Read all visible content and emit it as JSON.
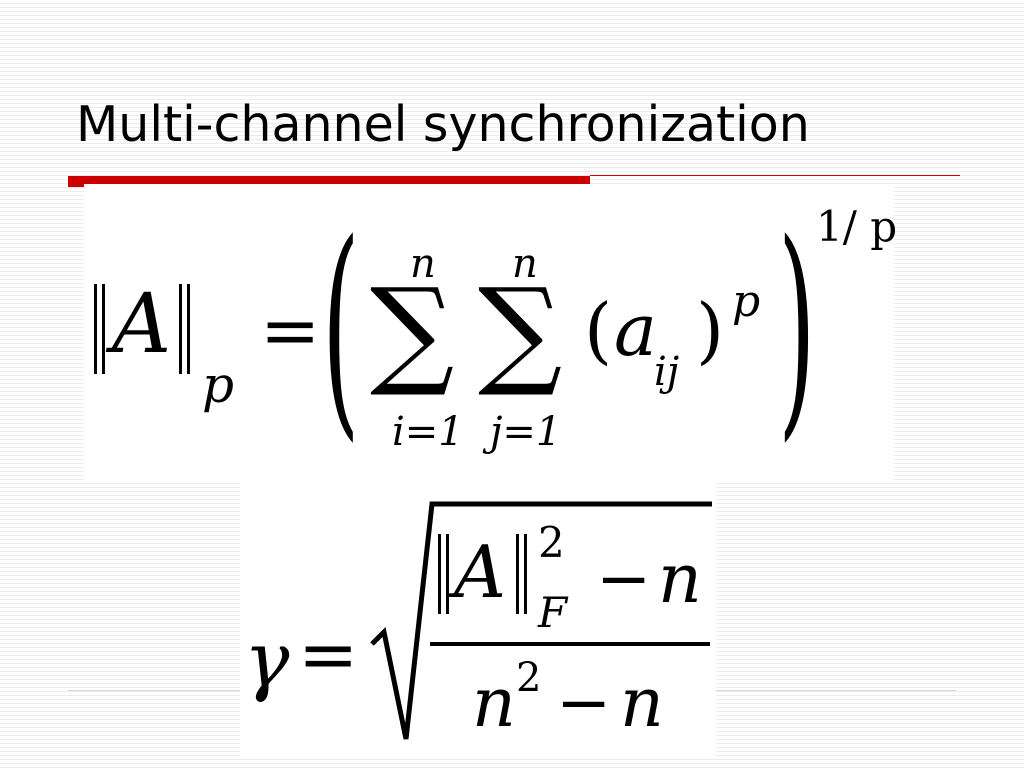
{
  "slide": {
    "title": "Multi-channel synchronization"
  },
  "equation_1": {
    "norm_symbol": "A",
    "norm_subscript": "p",
    "equals": "=",
    "paren_open": "(",
    "paren_close": ")",
    "sum_symbol": "∑",
    "sum_i_upper": "n",
    "sum_i_lower": "i=1",
    "sum_j_upper": "n",
    "sum_j_lower": "j=1",
    "term_open": "(",
    "term_base": "a",
    "term_subscript": "ij",
    "term_close": ")",
    "term_power": "p",
    "outer_power": "1/ p"
  },
  "equation_2": {
    "lhs": "γ",
    "equals": "=",
    "radical": "√",
    "num_norm_symbol": "A",
    "num_norm_power": "2",
    "num_norm_subscript": "F",
    "num_minus": "−",
    "num_n": "n",
    "den_n": "n",
    "den_power": "2",
    "den_minus": "−",
    "den_n2": "n"
  }
}
